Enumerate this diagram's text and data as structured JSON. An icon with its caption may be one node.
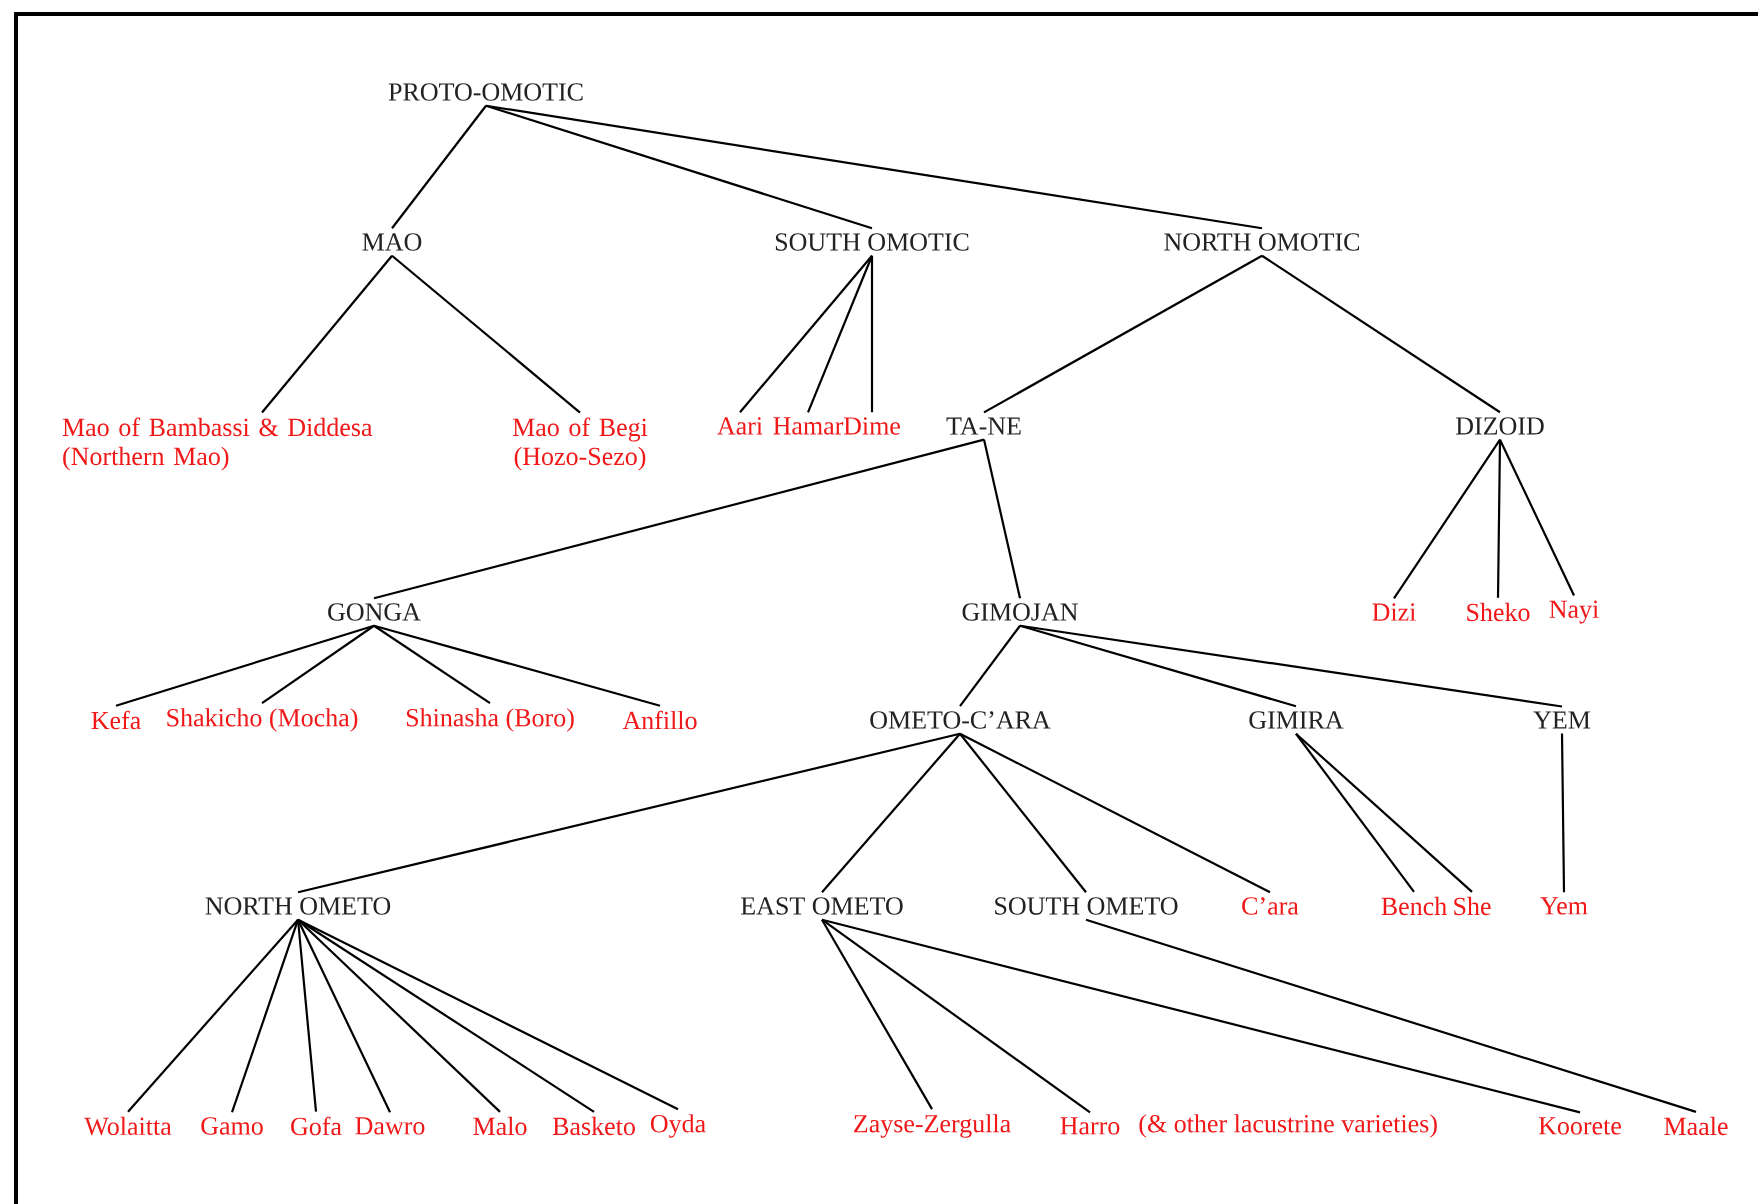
{
  "diagram": {
    "nodes": [
      {
        "text": [
          "PROTO-OMOTIC"
        ]
      },
      {
        "text": [
          "MAO"
        ]
      },
      {
        "text": [
          "SOUTH OMOTIC"
        ]
      },
      {
        "text": [
          "NORTH OMOTIC"
        ]
      },
      {
        "text": [
          "Mao of Bambassi & Diddesa (Northern Mao)"
        ]
      },
      {
        "text": [
          "Mao of Begi (Hozo-Sezo)"
        ]
      },
      {
        "text": [
          "Aari"
        ]
      },
      {
        "text": [
          "Hamar"
        ]
      },
      {
        "text": [
          "Dime"
        ]
      },
      {
        "text": [
          "TA-NE"
        ]
      },
      {
        "text": [
          "DIZOID"
        ]
      },
      {
        "text": [
          "GONGA"
        ]
      },
      {
        "text": [
          "GIMOJAN"
        ]
      },
      {
        "text": [
          "Dizi"
        ]
      },
      {
        "text": [
          "Sheko"
        ]
      },
      {
        "text": [
          "Nayi"
        ]
      },
      {
        "text": [
          "Kefa"
        ]
      },
      {
        "text": [
          "Shakicho (Mocha)"
        ]
      },
      {
        "text": [
          "Shinasha (Boro)"
        ]
      },
      {
        "text": [
          "Anfillo"
        ]
      },
      {
        "text": [
          "OMETO-C’ARA"
        ]
      },
      {
        "text": [
          "GIMIRA"
        ]
      },
      {
        "text": [
          "YEM"
        ]
      },
      {
        "text": [
          "NORTH OMETO"
        ]
      },
      {
        "text": [
          "EAST OMETO"
        ]
      },
      {
        "text": [
          "SOUTH OMETO"
        ]
      },
      {
        "text": [
          "C’ara"
        ]
      },
      {
        "text": [
          "Bench"
        ]
      },
      {
        "text": [
          "She"
        ]
      },
      {
        "text": [
          "Yem"
        ]
      },
      {
        "text": [
          "Wolaitta"
        ]
      },
      {
        "text": [
          "Gamo"
        ]
      },
      {
        "text": [
          "Gofa"
        ]
      },
      {
        "text": [
          "Dawro"
        ]
      },
      {
        "text": [
          "Malo"
        ]
      },
      {
        "text": [
          "Basketo"
        ]
      },
      {
        "text": [
          "Oyda"
        ]
      },
      {
        "text": [
          "Zayse-Zergulla"
        ]
      },
      {
        "text": [
          "Harro"
        ],
        "beside": [
          "(& other lacustrine varieties)"
        ]
      },
      {
        "text": [
          "Koorete"
        ]
      },
      {
        "text": [
          "Maale"
        ]
      }
    ],
    "edges": [
      {
        "from": 0,
        "to": 1,
        "arrow": "none"
      },
      {
        "from": 0,
        "to": 2,
        "arrow": "none"
      },
      {
        "from": 0,
        "to": 3,
        "arrow": "none"
      },
      {
        "from": 1,
        "to": 4,
        "arrow": "none"
      },
      {
        "from": 1,
        "to": 5,
        "arrow": "none"
      },
      {
        "from": 2,
        "to": 6,
        "arrow": "none"
      },
      {
        "from": 2,
        "to": 7,
        "arrow": "none"
      },
      {
        "from": 2,
        "to": 8,
        "arrow": "none"
      },
      {
        "from": 3,
        "to": 9,
        "arrow": "none"
      },
      {
        "from": 3,
        "to": 10,
        "arrow": "none"
      },
      {
        "from": 9,
        "to": 11,
        "arrow": "none"
      },
      {
        "from": 9,
        "to": 12,
        "arrow": "none"
      },
      {
        "from": 10,
        "to": 13,
        "arrow": "none"
      },
      {
        "from": 10,
        "to": 14,
        "arrow": "none"
      },
      {
        "from": 10,
        "to": 15,
        "arrow": "none"
      },
      {
        "from": 11,
        "to": 16,
        "arrow": "none"
      },
      {
        "from": 11,
        "to": 17,
        "arrow": "none"
      },
      {
        "from": 11,
        "to": 18,
        "arrow": "none"
      },
      {
        "from": 11,
        "to": 19,
        "arrow": "none"
      },
      {
        "from": 12,
        "to": 20,
        "arrow": "none"
      },
      {
        "from": 12,
        "to": 21,
        "arrow": "none"
      },
      {
        "from": 12,
        "to": 22,
        "arrow": "none"
      },
      {
        "from": 20,
        "to": 23,
        "arrow": "none"
      },
      {
        "from": 20,
        "to": 24,
        "arrow": "none"
      },
      {
        "from": 20,
        "to": 25,
        "arrow": "none"
      },
      {
        "from": 20,
        "to": 26,
        "arrow": "none"
      },
      {
        "from": 21,
        "to": 27,
        "arrow": "none"
      },
      {
        "from": 21,
        "to": 28,
        "arrow": "none"
      },
      {
        "from": 22,
        "to": 29,
        "arrow": "none"
      },
      {
        "from": 23,
        "to": 30,
        "arrow": "none"
      },
      {
        "from": 23,
        "to": 31,
        "arrow": "none"
      },
      {
        "from": 23,
        "to": 32,
        "arrow": "none"
      },
      {
        "from": 23,
        "to": 33,
        "arrow": "none"
      },
      {
        "from": 23,
        "to": 34,
        "arrow": "none"
      },
      {
        "from": 23,
        "to": 35,
        "arrow": "none"
      },
      {
        "from": 23,
        "to": 36,
        "arrow": "none"
      },
      {
        "from": 24,
        "to": 37,
        "arrow": "none"
      },
      {
        "from": 24,
        "to": 38,
        "arrow": "none"
      },
      {
        "from": 24,
        "to": 39,
        "arrow": "none"
      },
      {
        "from": 25,
        "to": 40,
        "arrow": "none"
      }
    ]
  }
}
